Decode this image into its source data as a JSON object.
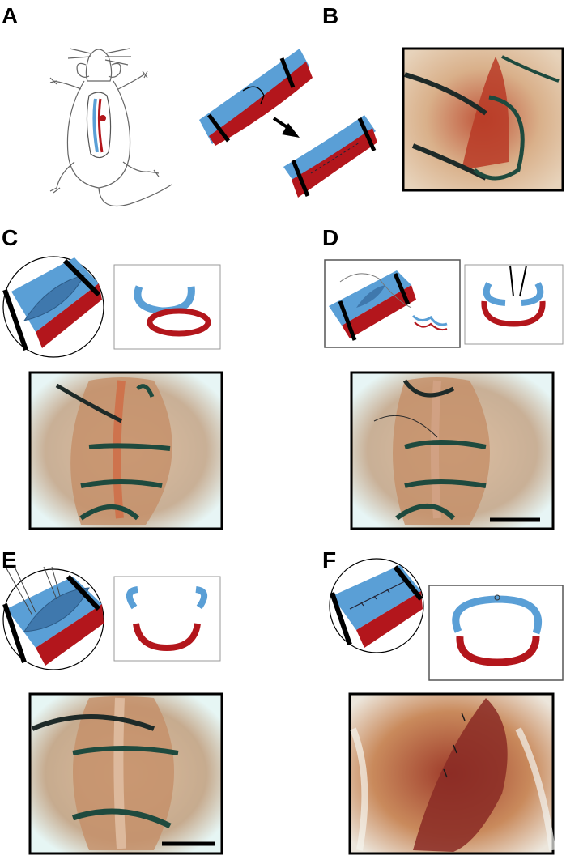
{
  "panels": {
    "a": {
      "label": "A"
    },
    "b": {
      "label": "B"
    },
    "c": {
      "label": "C"
    },
    "d": {
      "label": "D"
    },
    "e": {
      "label": "E"
    },
    "f": {
      "label": "F"
    }
  },
  "colors": {
    "vein_blue": "#5a9fd6",
    "artery_red": "#b3161c",
    "photo_tissue": "#c9a07a",
    "photo_background": "#e4f6f6",
    "suture_green": "#1e4a3e"
  },
  "icons": {
    "mouse": "mouse-outline-icon",
    "arrow": "arrow-icon",
    "scale_bar": "scale-bar-icon"
  }
}
